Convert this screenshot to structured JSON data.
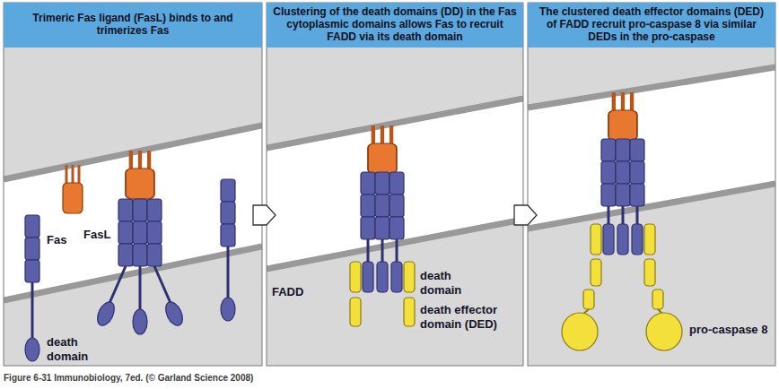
{
  "diagram": {
    "caption": "Figure 6-31 Immunobiology, 7ed. (© Garland Science 2008)",
    "nodes": [
      {
        "text": [
          "Trimeric Fas ligand (FasL) binds to and trimerizes Fas"
        ]
      },
      {
        "text": [
          "Clustering of the death domains (DD) in the Fas cytoplasmic domains allows Fas to recruit FADD via its death domain"
        ]
      },
      {
        "text": [
          "The clustered death effector domains (DED) of FADD recruit pro-caspase 8 via similar DEDs in the pro-caspase"
        ]
      }
    ],
    "edges": [
      {
        "from": 0,
        "to": 1,
        "arrow": "to"
      },
      {
        "from": 1,
        "to": 2,
        "arrow": "to"
      }
    ],
    "labels": [
      "FasL",
      "Fas",
      "death domain",
      "FADD",
      "death domain",
      "death effector domain (DED)",
      "pro-caspase 8"
    ]
  }
}
